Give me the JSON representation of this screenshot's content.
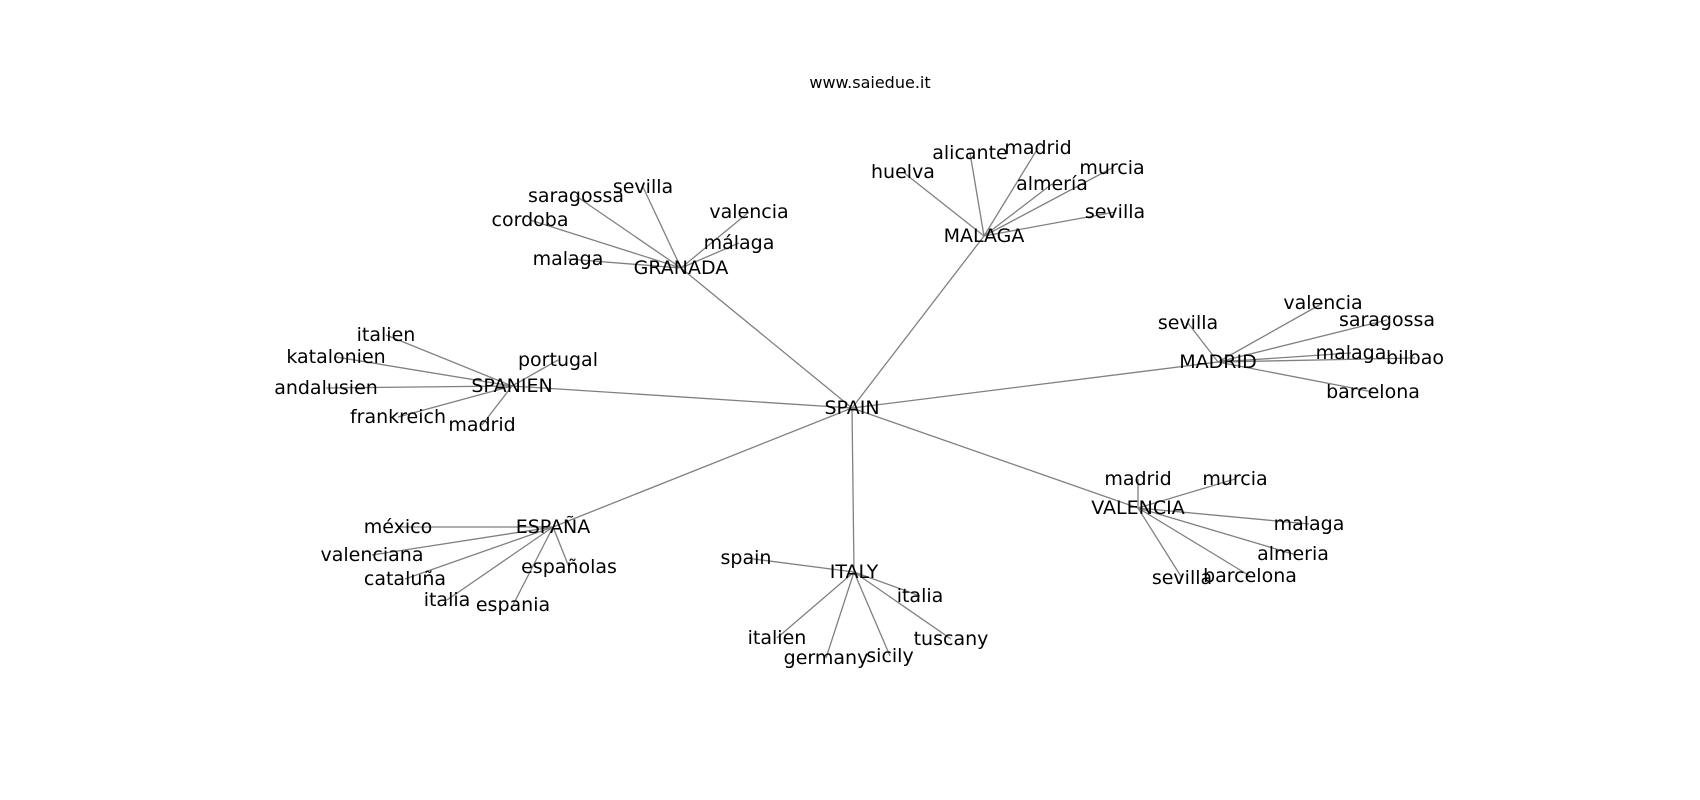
{
  "watermark": "www.saiedue.it",
  "graph": {
    "center": "SPAIN",
    "hubs": [
      {
        "id": "MALAGA",
        "leaves": [
          "huelva",
          "alicante",
          "madrid",
          "almería",
          "murcia",
          "sevilla"
        ]
      },
      {
        "id": "GRANADA",
        "leaves": [
          "saragossa",
          "sevilla",
          "valencia",
          "cordoba",
          "málaga",
          "malaga"
        ]
      },
      {
        "id": "MADRID",
        "leaves": [
          "sevilla",
          "valencia",
          "saragossa",
          "malaga",
          "bilbao",
          "barcelona"
        ]
      },
      {
        "id": "SPANIEN",
        "leaves": [
          "italien",
          "katalonien",
          "portugal",
          "andalusien",
          "frankreich",
          "madrid"
        ]
      },
      {
        "id": "ESPAÑA",
        "leaves": [
          "méxico",
          "valenciana",
          "cataluña",
          "españolas",
          "italia",
          "espania"
        ]
      },
      {
        "id": "ITALY",
        "leaves": [
          "spain",
          "italia",
          "italien",
          "germany",
          "sicily",
          "tuscany"
        ]
      },
      {
        "id": "VALENCIA",
        "leaves": [
          "madrid",
          "murcia",
          "malaga",
          "almeria",
          "sevilla",
          "barcelona"
        ]
      }
    ]
  }
}
